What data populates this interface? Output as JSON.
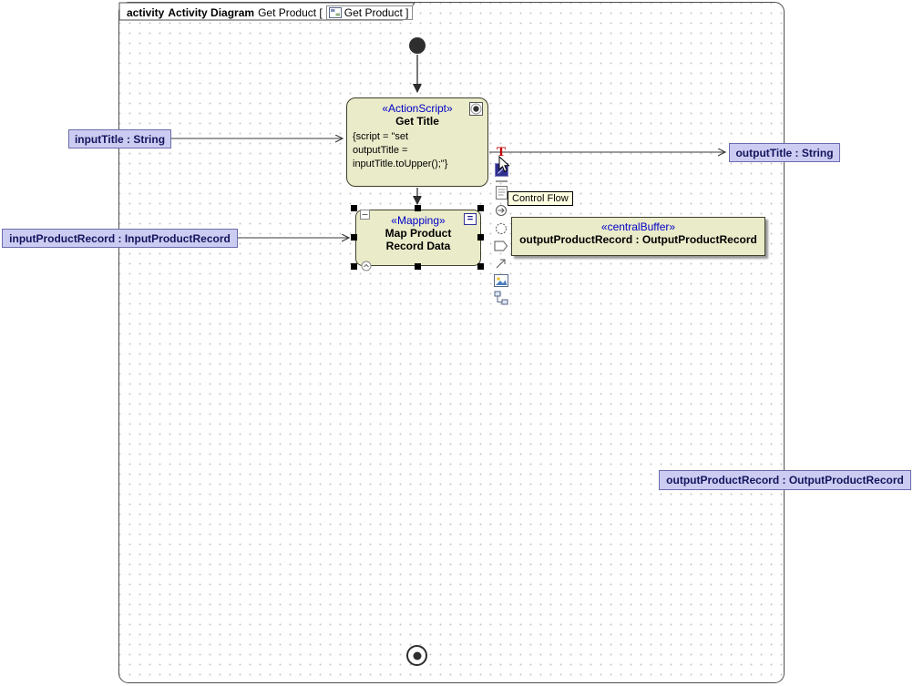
{
  "frame": {
    "keyword": "activity",
    "type_label": "Activity Diagram",
    "name_label": "Get Product [",
    "boxed_name": "Get Product ]"
  },
  "action_get_title": {
    "stereotype": "«ActionScript»",
    "name": "Get Title",
    "script_lines": [
      "{script = \"set",
      "outputTitle =",
      "inputTitle.toUpper();\"}"
    ]
  },
  "action_mapping": {
    "stereotype": "«Mapping»",
    "name_lines": [
      "Map Product",
      "Record Data"
    ],
    "corner_glyph": "="
  },
  "central_buffer": {
    "stereotype": "«centralBuffer»",
    "name": "outputProductRecord : OutputProductRecord"
  },
  "pin_labels": {
    "input_title": "inputTitle : String",
    "output_title": "outputTitle : String",
    "input_product_record": "inputProductRecord : InputProductRecord",
    "output_product_record": "outputProductRecord : OutputProductRecord"
  },
  "tooltip": {
    "text": "Control Flow"
  },
  "icons": {
    "t_glyph": "T"
  },
  "colors": {
    "node_fill": "#eaebc9",
    "node_border": "#3f3f2d",
    "label_fill": "#ccccf2",
    "label_border": "#6b6bad",
    "label_text": "#14145e",
    "stereotype_text": "#0000c8",
    "tooltip_fill": "#ffffe1",
    "control_flow_button": "#2f2f8f",
    "selection_handle": "#000000"
  }
}
